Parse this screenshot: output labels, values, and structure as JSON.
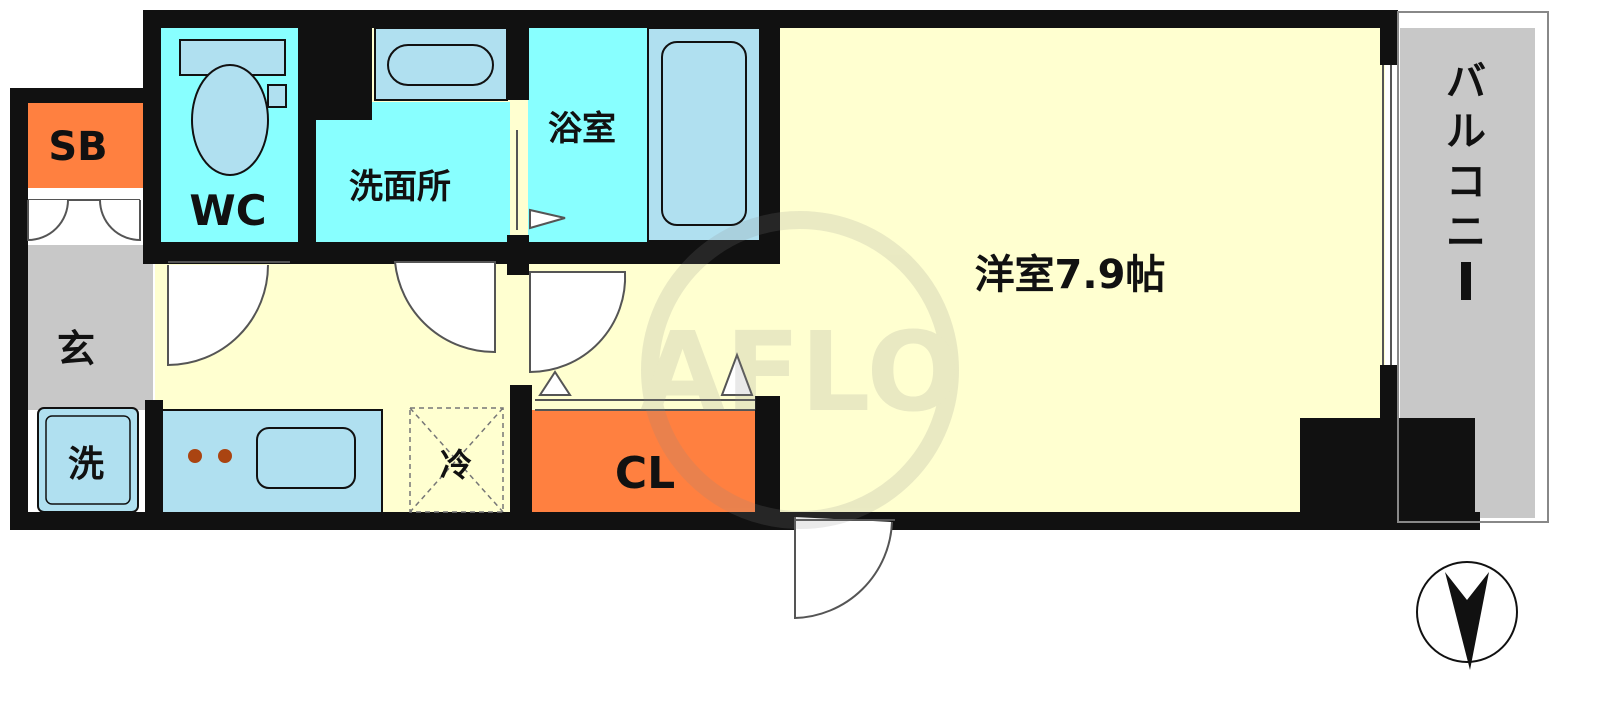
{
  "rooms": {
    "sb": "SB",
    "wc": "WC",
    "washroom": "洗面所",
    "bathroom": "浴室",
    "western_room": "洋室7.9帖",
    "balcony_chars": [
      "バ",
      "ル",
      "コ",
      "ニ",
      "ー"
    ],
    "entrance": "玄",
    "washer": "洗",
    "fridge": "冷",
    "closet": "CL"
  },
  "watermark": "AFLO",
  "colors": {
    "wall": "#111111",
    "room_yellow": "#ffffd0",
    "cyan_room": "#88ffff",
    "fixture_blue": "#b0e0f0",
    "storage_orange": "#ff8040",
    "entrance_gray": "#c8c8c8",
    "balcony_gray": "#c8c8c8",
    "stove_burner": "#aa4411"
  },
  "icons": [
    "toilet-icon",
    "sink-icon",
    "bathtub-icon",
    "stove-icon",
    "compass-icon",
    "door-swing-icon"
  ]
}
